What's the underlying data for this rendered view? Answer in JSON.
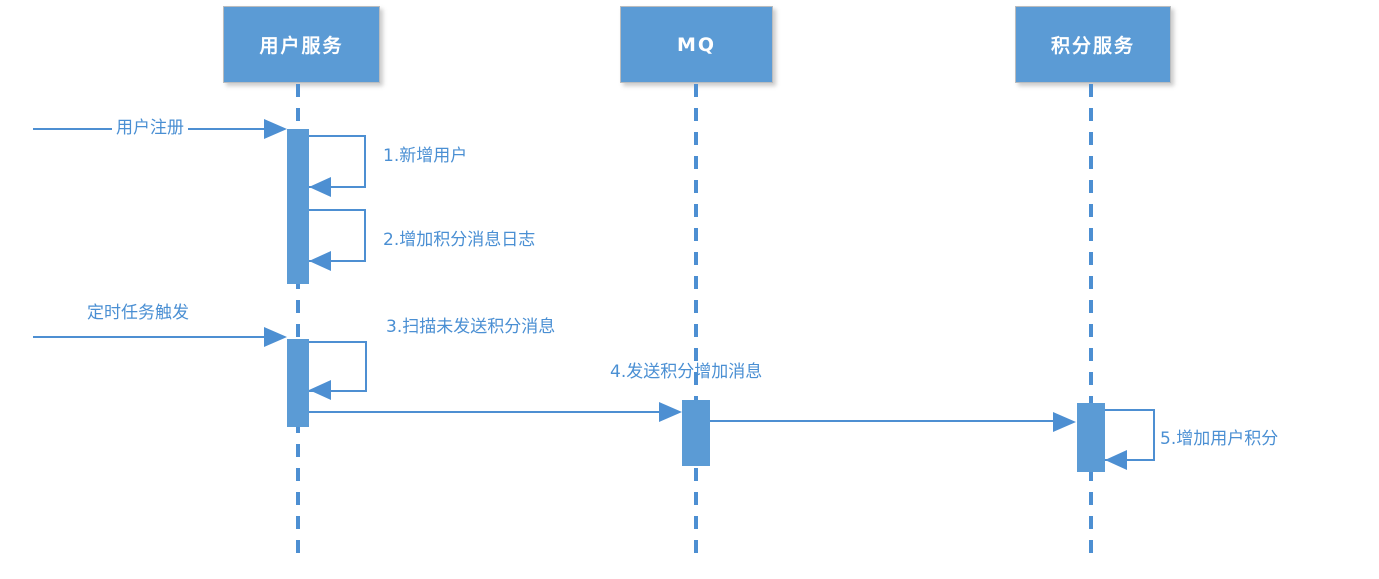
{
  "colors": {
    "node_fill": "#5B9BD5",
    "node_border": "#B9BCBF",
    "node_text": "#FFFFFF",
    "line": "#4D8FD2",
    "label_text": "#4A8FD3",
    "background": "#FFFFFF"
  },
  "diagram": {
    "type": "sequence-diagram",
    "actors": [
      {
        "id": "user-service",
        "label": "用户服务"
      },
      {
        "id": "mq",
        "label": "MQ"
      },
      {
        "id": "points-service",
        "label": "积分服务"
      }
    ],
    "messages": [
      {
        "label": "用户注册",
        "kind": "incoming",
        "to": "用户服务"
      },
      {
        "label": "1.新增用户",
        "kind": "self",
        "actor": "用户服务"
      },
      {
        "label": "2.增加积分消息日志",
        "kind": "self",
        "actor": "用户服务"
      },
      {
        "label": "定时任务触发",
        "kind": "incoming",
        "to": "用户服务"
      },
      {
        "label": "3.扫描未发送积分消息",
        "kind": "self",
        "actor": "用户服务"
      },
      {
        "label": "4.发送积分增加消息",
        "kind": "arrow",
        "from": "用户服务",
        "to": "MQ"
      },
      {
        "label": "",
        "kind": "arrow",
        "from": "MQ",
        "to": "积分服务"
      },
      {
        "label": "5.增加用户积分",
        "kind": "self",
        "actor": "积分服务"
      }
    ]
  }
}
